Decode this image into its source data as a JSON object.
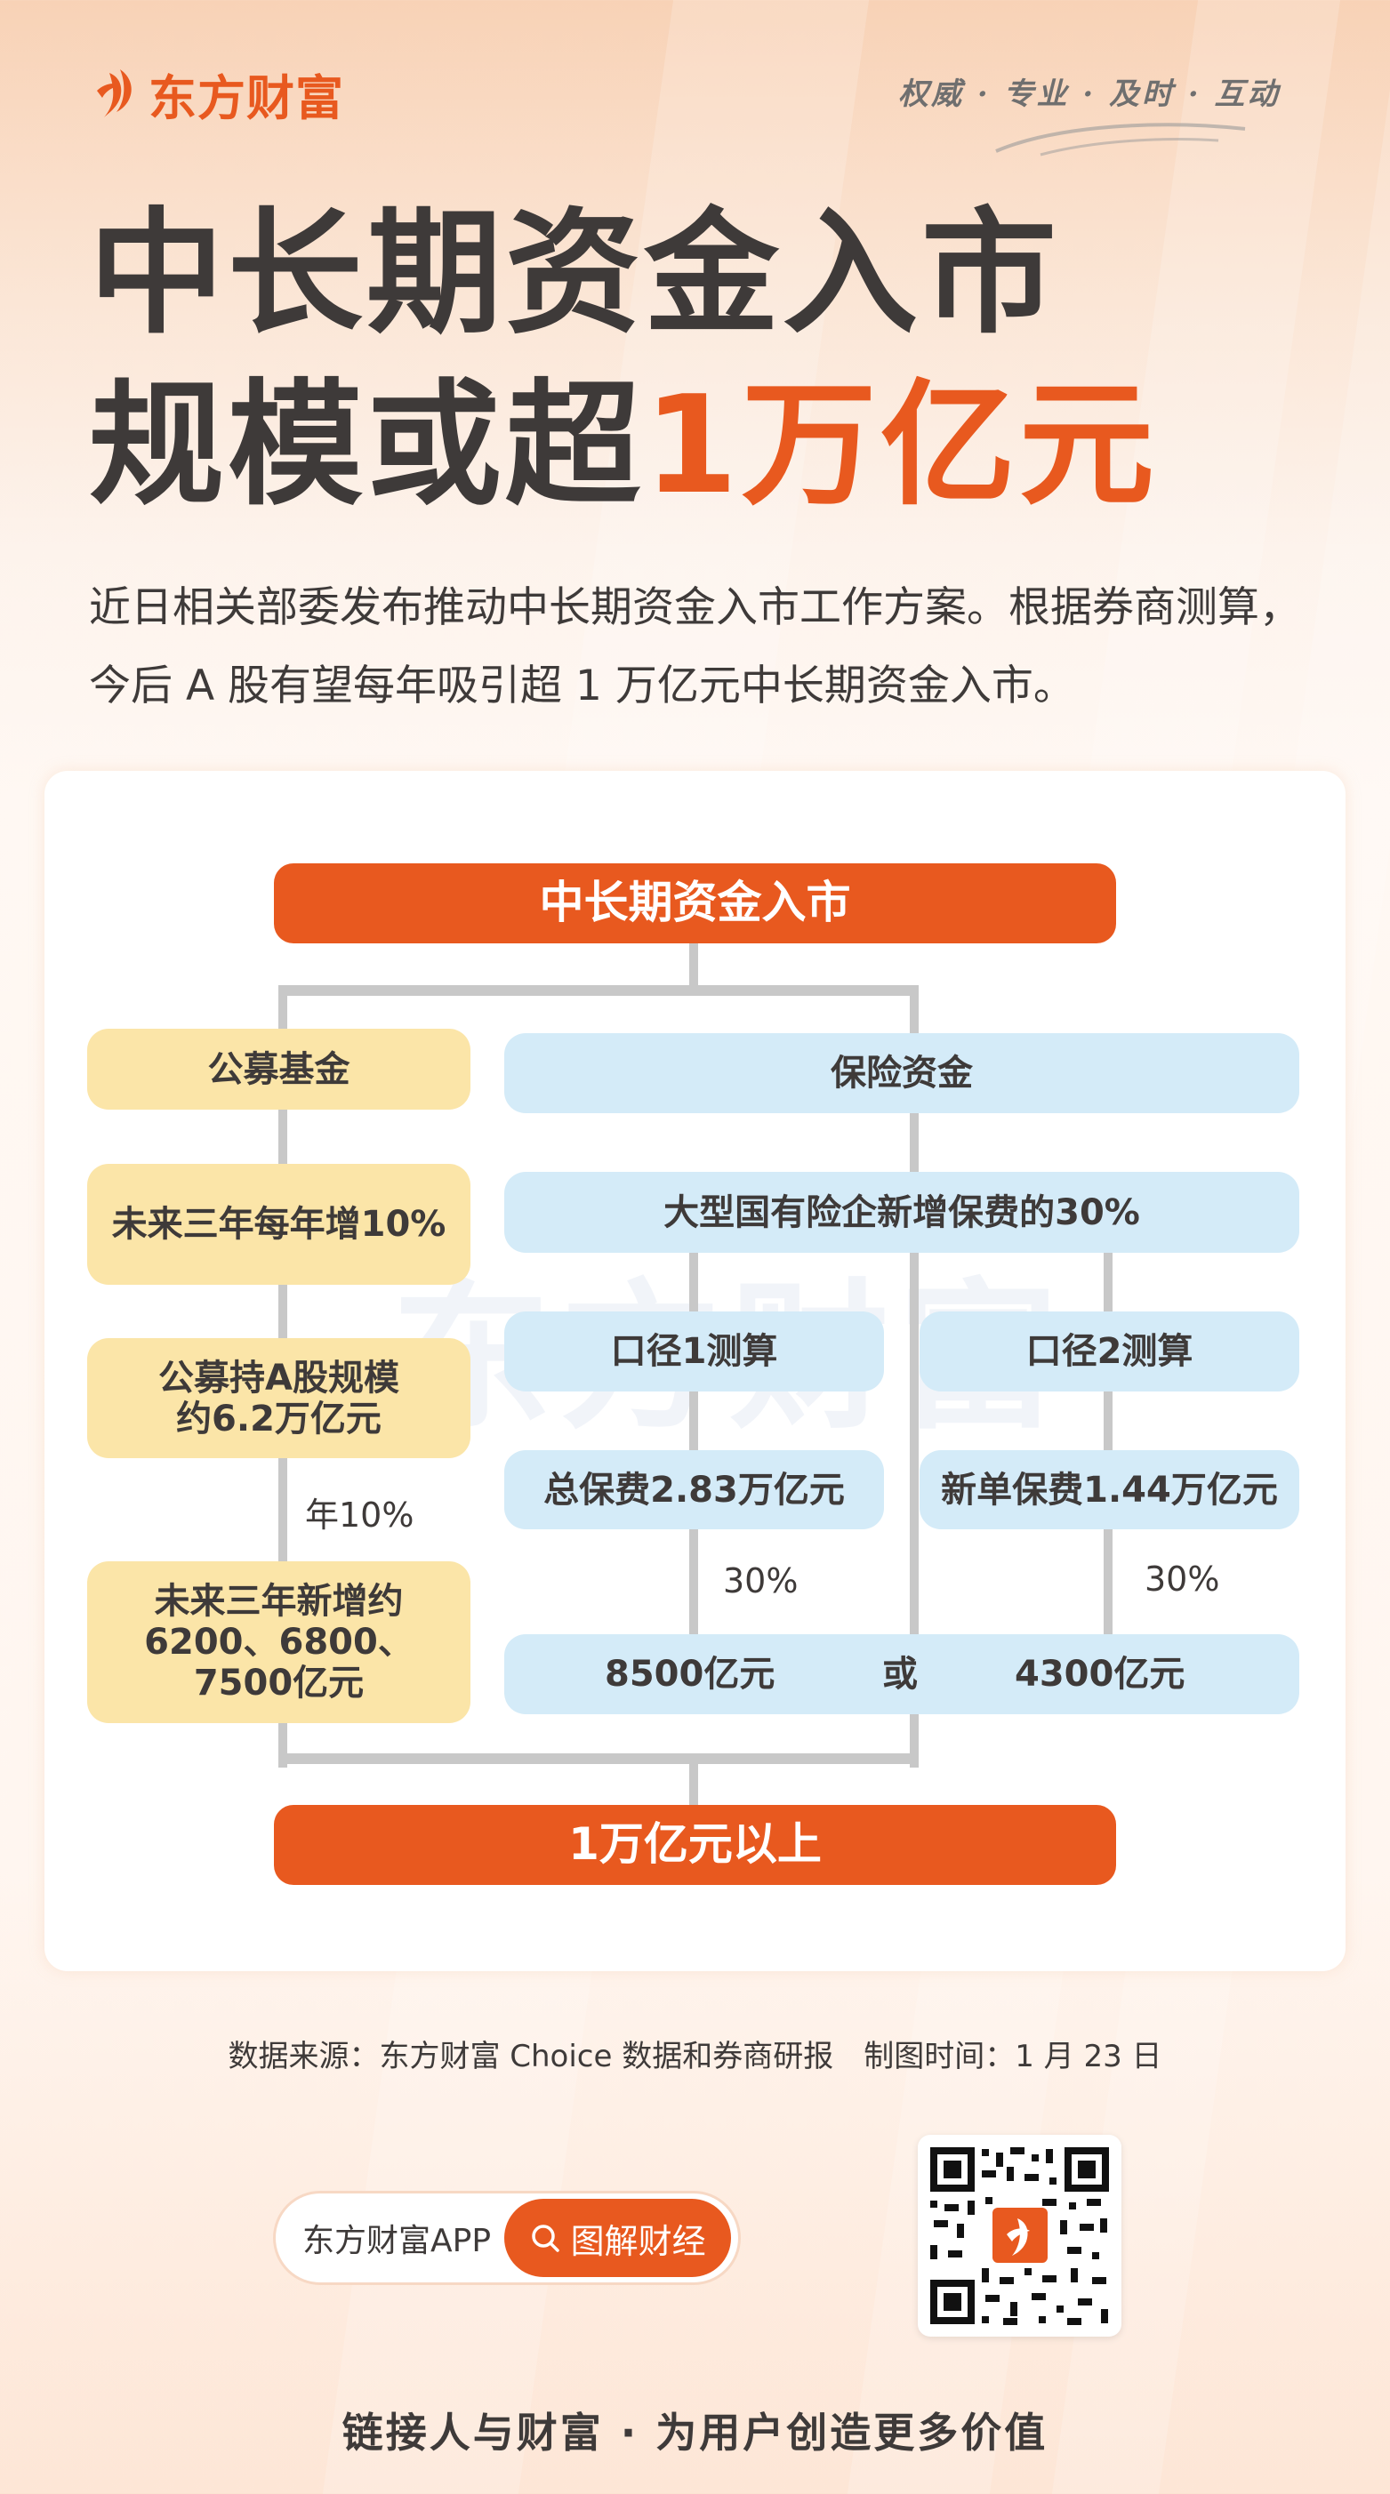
{
  "header": {
    "brand": "东方财富",
    "tagline": "权威 · 专业 · 及时 · 互动",
    "logo_icon": "eastmoney-flame-icon"
  },
  "title": {
    "line1": "中长期资金入市",
    "line2_prefix": "规模或超",
    "line2_highlight": "1万亿元"
  },
  "subtitle": "近日相关部委发布推动中长期资金入市工作方案。根据券商测算，今后 A 股有望每年吸引超 1 万亿元中长期资金入市。",
  "colors": {
    "accent": "#e8591f",
    "text": "#3e3a39",
    "yellow_box": "#fbe5a8",
    "blue_box": "#d4ebf8",
    "connector": "#c8c8c8"
  },
  "diagram": {
    "root": "中长期资金入市",
    "watermark": "东方财富",
    "left_branch": {
      "header": "公募基金",
      "step1": "未来三年每年增10%",
      "step2_line1": "公募持A股规模",
      "step2_line2": "约6.2万亿元",
      "rate_label": "年10%",
      "result_line1": "未来三年新增约",
      "result_line2": "6200、6800、",
      "result_line3": "7500亿元"
    },
    "right_branch": {
      "header": "保险资金",
      "step1": "大型国有险企新增保费的30%",
      "method1": {
        "label": "口径1测算",
        "base": "总保费2.83万亿元",
        "rate": "30%",
        "result": "8500亿元"
      },
      "method2": {
        "label": "口径2测算",
        "base": "新单保费1.44万亿元",
        "rate": "30%",
        "result": "4300亿元"
      },
      "or_label": "或"
    },
    "total": "1万亿元以上"
  },
  "footer": {
    "source": "数据来源：东方财富 Choice 数据和券商研报　制图时间：1 月 23 日",
    "app_label": "东方财富APP",
    "search_label": "图解财经",
    "search_icon": "search-icon",
    "qr_icon": "qr-code-icon",
    "slogan": "链接人与财富 · 为用户创造更多价值"
  }
}
